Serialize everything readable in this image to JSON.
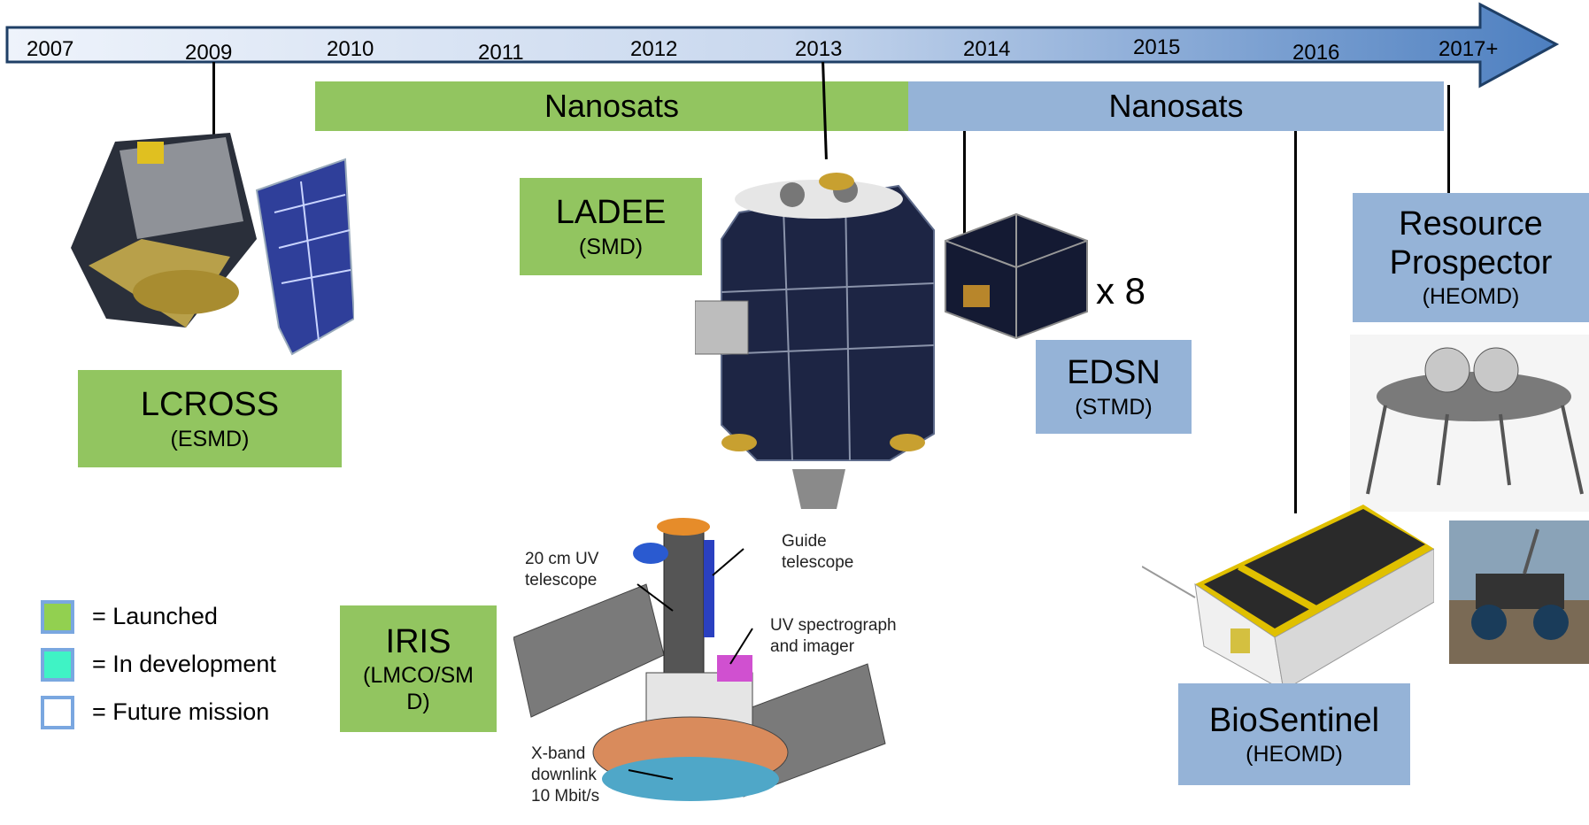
{
  "timeline": {
    "years": [
      "2007",
      "2009",
      "2010",
      "2011",
      "2012",
      "2013",
      "2014",
      "2015",
      "2016",
      "2017+"
    ]
  },
  "bands": [
    {
      "label": "Nanosats",
      "color": "#92c560"
    },
    {
      "label": "Nanosats",
      "color": "#95b3d7"
    }
  ],
  "missions": {
    "lcross": {
      "name": "LCROSS",
      "org": "(ESMD)"
    },
    "ladee": {
      "name": "LADEE",
      "org": "(SMD)"
    },
    "edsn": {
      "name": "EDSN",
      "org": "(STMD)",
      "multiplier": "x 8"
    },
    "iris": {
      "name": "IRIS",
      "org": "(LMCO/SMD)"
    },
    "biosentinel": {
      "name": "BioSentinel",
      "org": "(HEOMD)"
    },
    "resource_prospector": {
      "name": "Resource Prospector",
      "org": "(HEOMD)"
    }
  },
  "iris_annotations": {
    "uv_telescope": "20 cm UV telescope",
    "guide_telescope": "Guide telescope",
    "spectrograph": "UV spectrograph and imager",
    "downlink": "X-band downlink 10 Mbit/s"
  },
  "legend": [
    {
      "label": "= Launched",
      "color": "#92d050"
    },
    {
      "label": "= In development",
      "color": "#3ff3c5"
    },
    {
      "label": "= Future mission",
      "color": "#ffffff"
    }
  ],
  "colors": {
    "launched": "#92c560",
    "future": "#95b3d7"
  }
}
